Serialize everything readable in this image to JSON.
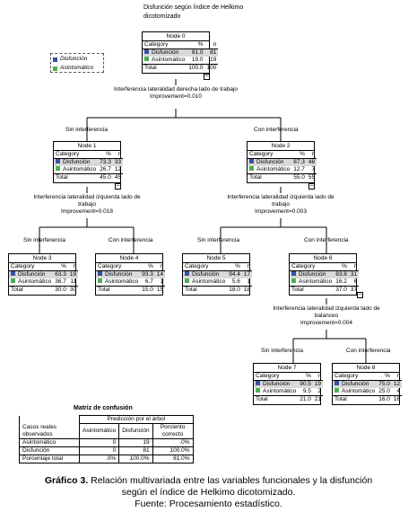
{
  "title": "Disfunción según Índice de Helkimo dicotomizado",
  "legend": [
    {
      "label": "Disfunción",
      "color": "#3b4fa0"
    },
    {
      "label": "Asintomático",
      "color": "#4caf50"
    }
  ],
  "columns": {
    "category": "Category",
    "pct": "%",
    "n": "n",
    "total": "Total"
  },
  "nodes": {
    "n0": {
      "label": "Node 0",
      "dis_pct": "81.0",
      "dis_n": "81",
      "asi_pct": "19.0",
      "asi_n": "19",
      "tot_pct": "100.0",
      "tot_n": "100"
    },
    "n1": {
      "label": "Node 1",
      "dis_pct": "73.3",
      "dis_n": "33",
      "asi_pct": "26.7",
      "asi_n": "12",
      "tot_pct": "45.0",
      "tot_n": "45"
    },
    "n2": {
      "label": "Node 2",
      "dis_pct": "87.3",
      "dis_n": "48",
      "asi_pct": "12.7",
      "asi_n": "7",
      "tot_pct": "55.0",
      "tot_n": "55"
    },
    "n3": {
      "label": "Node 3",
      "dis_pct": "63.3",
      "dis_n": "19",
      "asi_pct": "36.7",
      "asi_n": "11",
      "tot_pct": "30.0",
      "tot_n": "30"
    },
    "n4": {
      "label": "Node 4",
      "dis_pct": "93.3",
      "dis_n": "14",
      "asi_pct": "6.7",
      "asi_n": "1",
      "tot_pct": "15.0",
      "tot_n": "15"
    },
    "n5": {
      "label": "Node 5",
      "dis_pct": "94.4",
      "dis_n": "17",
      "asi_pct": "5.6",
      "asi_n": "1",
      "tot_pct": "18.0",
      "tot_n": "18"
    },
    "n6": {
      "label": "Node 6",
      "dis_pct": "83.8",
      "dis_n": "31",
      "asi_pct": "16.2",
      "asi_n": "6",
      "tot_pct": "37.0",
      "tot_n": "37"
    },
    "n7": {
      "label": "Node 7",
      "dis_pct": "90.5",
      "dis_n": "19",
      "asi_pct": "9.5",
      "asi_n": "2",
      "tot_pct": "21.0",
      "tot_n": "21"
    },
    "n8": {
      "label": "Node 8",
      "dis_pct": "75.0",
      "dis_n": "12",
      "asi_pct": "25.0",
      "asi_n": "4",
      "tot_pct": "16.0",
      "tot_n": "16"
    }
  },
  "splits": {
    "s0": {
      "var": "Interferencia lateralidad derecha lado de trabajo",
      "imp": "Improvement=0.010"
    },
    "s1": {
      "var": "Interferencia lateralidad izquierda lado de trabajo",
      "imp": "Improvement=0.018"
    },
    "s2": {
      "var": "Interferencia lateralidad izquierda lado de trabajo",
      "imp": "Improvement=0.003"
    },
    "s6": {
      "var": "Interferencia lateralidad izquierda lado de balanceo",
      "imp": "Improvement=0.004"
    }
  },
  "branches": {
    "sin": "Sin interferencia",
    "con": "Con interferencia"
  },
  "confusion": {
    "title": "Matriz de confusión",
    "pred_header": "Predicción por el árbol",
    "row_header": "Casos reales observados",
    "cols": [
      "Asintomático",
      "Disfunción",
      "Porciento correcto"
    ],
    "rows": [
      {
        "label": "Asintomático",
        "v": [
          "0",
          "19",
          ".0%"
        ]
      },
      {
        "label": "Disfunción",
        "v": [
          "0",
          "81",
          "100.0%"
        ]
      },
      {
        "label": "Porcentaje total",
        "v": [
          ".0%",
          "100.0%",
          "81.0%"
        ]
      }
    ]
  },
  "caption": {
    "prefix": "Gráfico 3.",
    "line1": " Relación multivariada entre las variables funcionales y la disfunción",
    "line2": "según el índice de Helkimo dicotomizado.",
    "line3": "Fuente: Procesamiento estadístico."
  }
}
